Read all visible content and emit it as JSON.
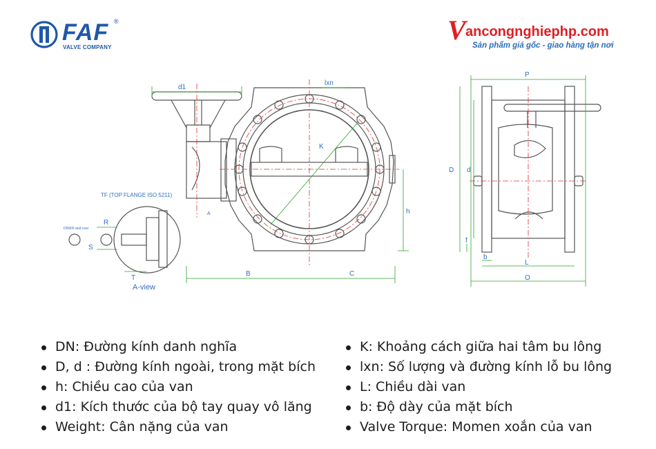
{
  "brand": {
    "name": "FAF",
    "reg_mark": "®",
    "subtitle": "VALVE COMPANY",
    "color": "#1f58a6"
  },
  "site": {
    "initial": "V",
    "rest": "ancongnghiephp.com",
    "tagline": "Sản phẩm giá gốc - giao hàng tận nơi",
    "red": "#e01e24",
    "blue": "#2d6fb8"
  },
  "drawing": {
    "labels": {
      "d1": "d1",
      "lxn": "lxn",
      "K": "K",
      "TF": "TF (TOP FLANGE ISO 5211)",
      "A": "A",
      "h": "h",
      "B": "B",
      "C": "C",
      "R": "R",
      "S": "S",
      "T": "T",
      "dn_note": "DN900 and over",
      "a_view": "A-view",
      "P": "P",
      "D": "D",
      "d": "d",
      "f": "f",
      "b": "b",
      "L": "L",
      "O": "O"
    },
    "colors": {
      "line": "#555555",
      "dim": "#2aa52a",
      "dim_text": "#2f6fc0",
      "center": "#e03030"
    }
  },
  "legend": {
    "left": [
      "DN: Đường kính danh nghĩa",
      "D, d : Đường kính ngoài, trong mặt bích",
      "h: Chiều cao của van",
      "d1: Kích thước của bộ tay quay vô lăng",
      "Weight: Cân nặng của van"
    ],
    "right": [
      "K: Khoảng cách giữa hai tâm bu lông",
      "lxn: Số lượng và đường kính lỗ bu lông",
      "L: Chiều dài van",
      "b: Độ dày của mặt bích",
      "Valve Torque: Momen xoắn của van"
    ]
  }
}
